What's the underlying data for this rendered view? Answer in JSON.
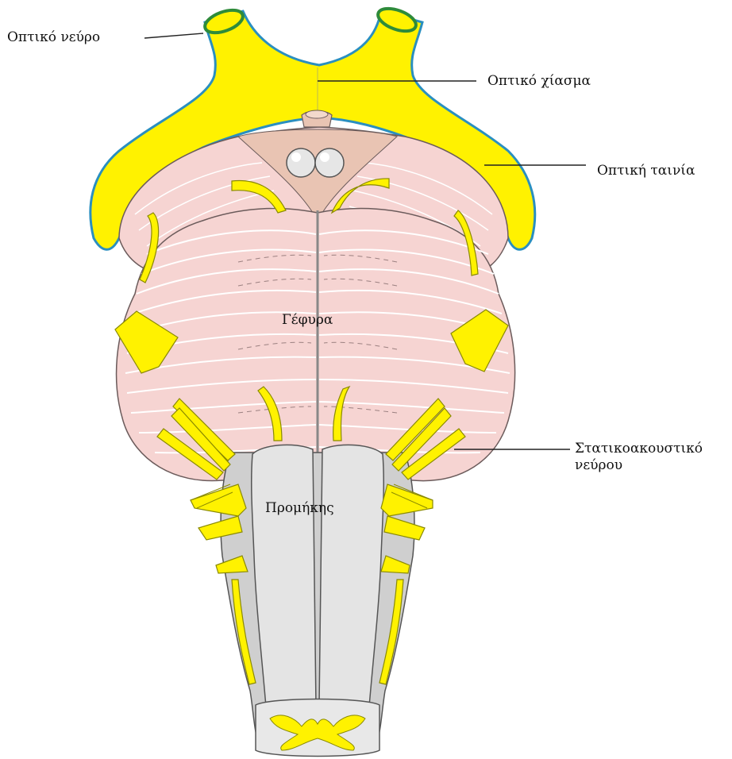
{
  "diagram": {
    "labels": {
      "optic_nerve": "Οπτικό νεύρο",
      "optic_chiasm": "Οπτικό χίασμα",
      "optic_tract": "Οπτική ταινία",
      "pons": "Γέφυρα",
      "vestibulocochlear_line1": "Στατικοακουστικό",
      "vestibulocochlear_line2": "νεύρου",
      "medulla": "Προμήκης"
    },
    "colors": {
      "nerve_yellow": "#FFF200",
      "nerve_stroke": "#8a8a00",
      "tract_outline": "#2a8fc0",
      "optic_nerve_cut": "#2e8b3a",
      "brain_pink": "#f6d4d2",
      "brain_lines": "#ffffff",
      "outline": "#6b5b5b",
      "hypothalamus": "#e9c4b3",
      "mammillary": "#e6e6e6",
      "medulla_gray": "#dcdcdc",
      "leader_line": "#222222"
    }
  }
}
